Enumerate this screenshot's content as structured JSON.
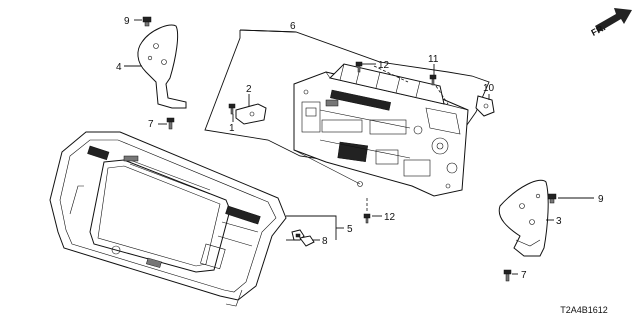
{
  "diagram": {
    "part_code": "T2A4B1612",
    "orientation_label": "FR.",
    "callouts": [
      {
        "id": "c1",
        "label": "1"
      },
      {
        "id": "c2",
        "label": "2"
      },
      {
        "id": "c3",
        "label": "3"
      },
      {
        "id": "c4",
        "label": "4"
      },
      {
        "id": "c5",
        "label": "5"
      },
      {
        "id": "c6",
        "label": "6"
      },
      {
        "id": "c7a",
        "label": "7"
      },
      {
        "id": "c7b",
        "label": "7"
      },
      {
        "id": "c8",
        "label": "8"
      },
      {
        "id": "c9a",
        "label": "9"
      },
      {
        "id": "c9b",
        "label": "9"
      },
      {
        "id": "c10",
        "label": "10"
      },
      {
        "id": "c11",
        "label": "11"
      },
      {
        "id": "c12a",
        "label": "12"
      },
      {
        "id": "c12b",
        "label": "12"
      }
    ]
  }
}
